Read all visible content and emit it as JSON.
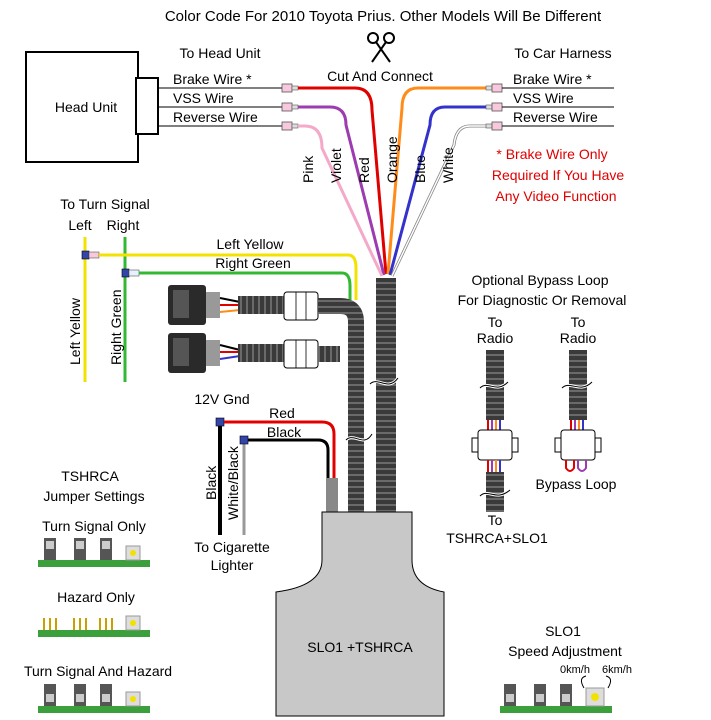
{
  "header": {
    "title": "Color Code For 2010 Toyota Prius. Other Models Will Be Different"
  },
  "head_unit": {
    "box_label": "Head Unit",
    "section_label": "To Head Unit",
    "wires": [
      "Brake Wire *",
      "VSS Wire",
      "Reverse Wire"
    ]
  },
  "cut_label": "Cut And Connect",
  "car_harness": {
    "section_label": "To Car Harness",
    "wires": [
      "Brake Wire *",
      "VSS Wire",
      "Reverse Wire"
    ]
  },
  "note": {
    "line1": "* Brake Wire Only",
    "line2": "Required If You Have",
    "line3": "Any Video Function"
  },
  "wire_colors": {
    "pink": "Pink",
    "violet": "Violet",
    "red": "Red",
    "orange": "Orange",
    "blue": "Blue",
    "white": "White"
  },
  "turn_signal": {
    "title": "To Turn Signal",
    "left": "Left",
    "right": "Right",
    "left_wire": "Left Yellow",
    "right_wire": "Right Green"
  },
  "power": {
    "gnd_label": "12V Gnd",
    "red": "Red",
    "black": "Black",
    "black_vertical": "Black",
    "white_black_vertical": "White/Black",
    "cigarette_line1": "To Cigarette",
    "cigarette_line2": "Lighter"
  },
  "bypass": {
    "title_line1": "Optional Bypass Loop",
    "title_line2": "For Diagnostic Or Removal",
    "to_label": "To",
    "radio_label": "Radio",
    "bypass_loop": "Bypass Loop",
    "to_bottom": "To",
    "tshrca_slo1": "TSHRCA+SLO1"
  },
  "jumpers": {
    "title_line1": "TSHRCA",
    "title_line2": "Jumper Settings",
    "turn_signal_only": "Turn Signal Only",
    "hazard_only": "Hazard Only",
    "turn_and_hazard": "Turn Signal And Hazard"
  },
  "module_label": "SLO1 +TSHRCA",
  "speed": {
    "title_line1": "SLO1",
    "title_line2": "Speed Adjustment",
    "low": "0km/h",
    "high": "6km/h"
  },
  "colors": {
    "red": "#e00000",
    "violet": "#9d3bb0",
    "pink": "#f4a9c8",
    "orange": "#ff8c1a",
    "blue": "#3333cc",
    "yellow": "#f2e200",
    "green": "#33b833",
    "note_red": "#e00000",
    "module_gray": "#c8c8c8"
  }
}
